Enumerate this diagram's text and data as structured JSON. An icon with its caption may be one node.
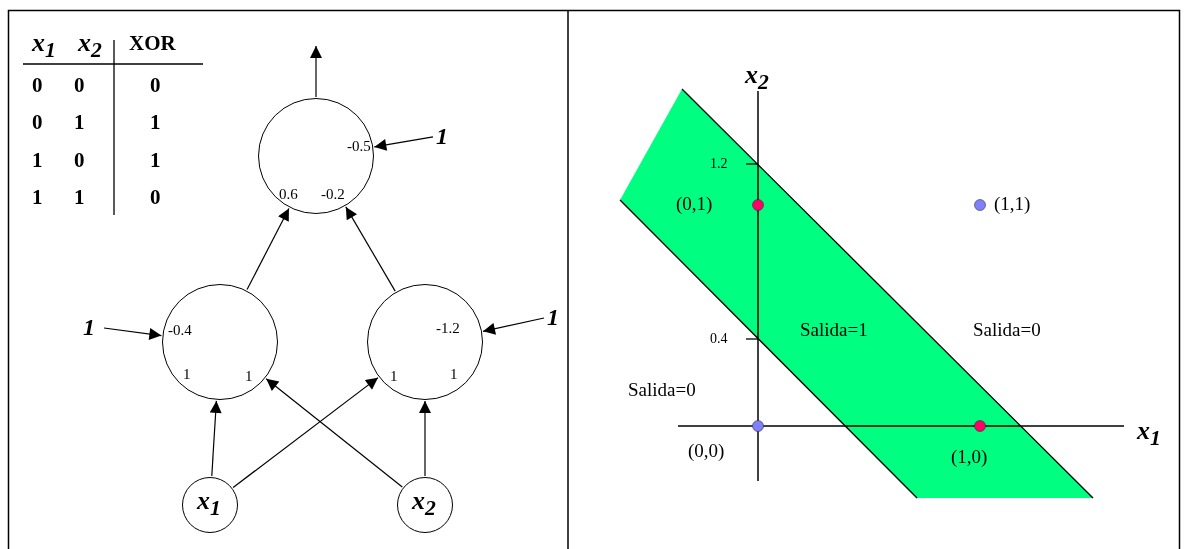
{
  "diagram": {
    "nodes": [
      {
        "text": [
          "-0.5",
          "0.6",
          "-0.2"
        ]
      },
      {
        "text": [
          "-0.4",
          "1",
          "1"
        ]
      },
      {
        "text": [
          "-1.2",
          "1",
          "1"
        ]
      },
      {
        "text": [
          "x$_{1}$"
        ]
      },
      {
        "text": [
          "x$_{2}$"
        ]
      },
      {
        "text": [
          "1"
        ]
      },
      {
        "text": [
          "1"
        ]
      },
      {
        "text": [
          "1"
        ]
      }
    ],
    "edges": [
      {
        "from": 0,
        "to": null,
        "arrow": "to"
      },
      {
        "from": 5,
        "to": 0,
        "arrow": "to"
      },
      {
        "from": 1,
        "to": 0,
        "arrow": "to"
      },
      {
        "from": 2,
        "to": 0,
        "arrow": "to"
      },
      {
        "from": 6,
        "to": 1,
        "arrow": "to"
      },
      {
        "from": 7,
        "to": 2,
        "arrow": "to"
      },
      {
        "from": 3,
        "to": 1,
        "arrow": "to"
      },
      {
        "from": 3,
        "to": 2,
        "arrow": "to"
      },
      {
        "from": 4,
        "to": 1,
        "arrow": "to"
      },
      {
        "from": 4,
        "to": 2,
        "arrow": "to"
      }
    ],
    "labels": [
      "x$_{1}$",
      "x$_{2}$",
      "XOR",
      "0",
      "0",
      "0",
      "0",
      "1",
      "1",
      "1",
      "0",
      "1",
      "1",
      "1",
      "0",
      "x$_{2}$",
      "1.2",
      "(0,1)",
      "(1,1)",
      "0.4",
      "Salida=1",
      "Salida=0",
      "Salida=0",
      "(0,0)",
      "(1,0)",
      "x$_{1}$"
    ]
  }
}
